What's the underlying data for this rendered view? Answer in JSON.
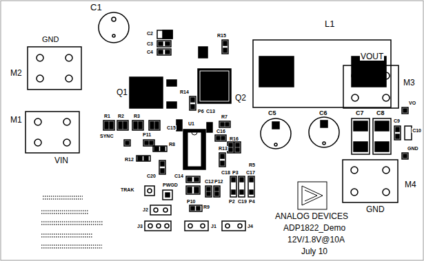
{
  "diagram": {
    "labels": [
      "C1",
      "C2",
      "C3",
      "C4",
      "R15",
      "L1",
      "GND",
      "M2",
      "VOUT",
      "M3",
      "Q1",
      "Q2",
      "R14",
      "P6",
      "C13",
      "C5",
      "C6",
      "C7",
      "C8",
      "C9",
      "C10",
      "VO",
      "GND",
      "M1",
      "VIN",
      "R1",
      "R2",
      "R3",
      "SYNC",
      "P11",
      "C15",
      "U1",
      "R8",
      "R12",
      "C16",
      "R7",
      "R13",
      "R16",
      "C20",
      "C14",
      "TRAK",
      "PWGD",
      "P10",
      "R9",
      "J2",
      "J3",
      "J1",
      "J4",
      "C12",
      "P12",
      "C18",
      "P3",
      "C17",
      "P2",
      "C19",
      "P4",
      "R5",
      "GND",
      "M4",
      "ANALOG DEVICES",
      "ADP1822_Demo",
      "12V/1.8V@10A",
      "July 10"
    ]
  }
}
